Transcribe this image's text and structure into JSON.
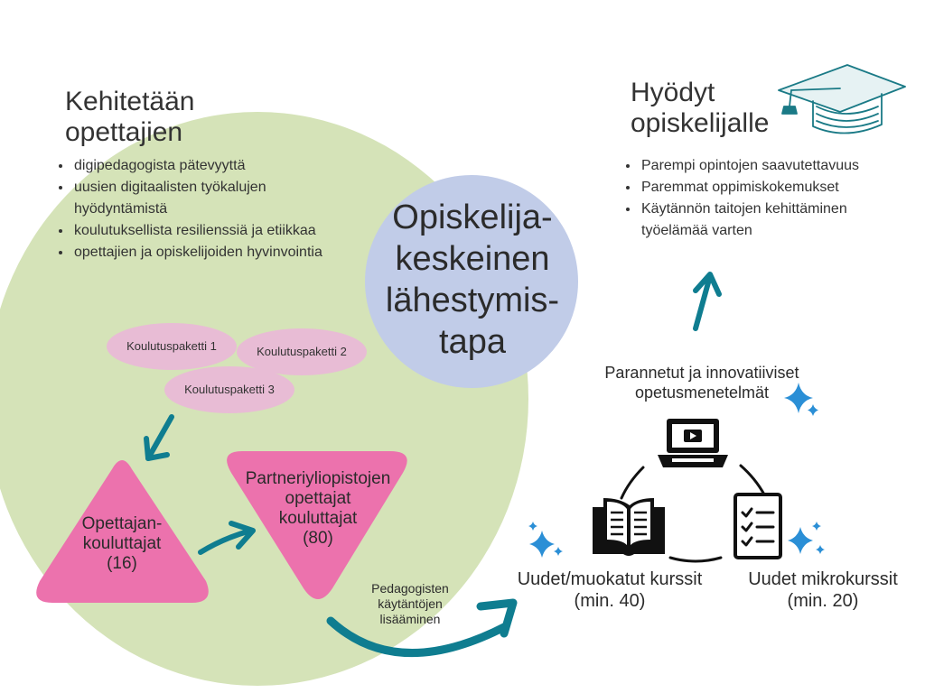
{
  "colors": {
    "green_circle": "#d5e3b8",
    "blue_circle": "#c1cce8",
    "pink_light": "#e8bcd5",
    "pink_triangle": "#ec72ad",
    "teal_arrow": "#0f7d90",
    "star_blue": "#2b8fd6"
  },
  "teachers": {
    "heading_line1": "Kehitetään",
    "heading_line2": "opettajien",
    "items": [
      "digipedagogista pätevyyttä",
      "uusien digitaalisten työkalujen hyödyntämistä",
      "koulutuksellista resilienssiä ja etiikkaa",
      "opettajien ja opiskelijoiden hyvinvointia"
    ]
  },
  "center": {
    "line1": "Opiskelija-",
    "line2": "keskeinen",
    "line3": "lähestymis-",
    "line4": "tapa"
  },
  "packages": [
    "Koulutuspaketti 1",
    "Koulutuspaketti 2",
    "Koulutuspaketti 3"
  ],
  "trainers": {
    "line1": "Opettajan-",
    "line2": "kouluttajat",
    "line3": "(16)"
  },
  "partners": {
    "line1": "Partneriyliopistojen",
    "line2": "opettajat",
    "line3": "kouluttajat",
    "line4": "(80)"
  },
  "practices": {
    "line1": "Pedagogisten",
    "line2": "käytäntöjen",
    "line3": "lisääminen"
  },
  "students": {
    "heading_line1": "Hyödyt",
    "heading_line2": "opiskelijalle",
    "items": [
      "Parempi opintojen saavutettavuus",
      "Paremmat oppimiskokemukset",
      "Käytännön taitojen kehittäminen työelämää varten"
    ]
  },
  "methods": {
    "line1": "Parannetut ja innovatiiviset",
    "line2": "opetusmenetelmät"
  },
  "courses": {
    "line1": "Uudet/muokatut kurssit",
    "line2": "(min. 40)"
  },
  "micro": {
    "line1": "Uudet mikrokurssit",
    "line2": "(min. 20)"
  },
  "icons": [
    "laptop-icon",
    "book-icon",
    "checklist-icon",
    "graduation-cap-icon",
    "sparkle-icon"
  ]
}
